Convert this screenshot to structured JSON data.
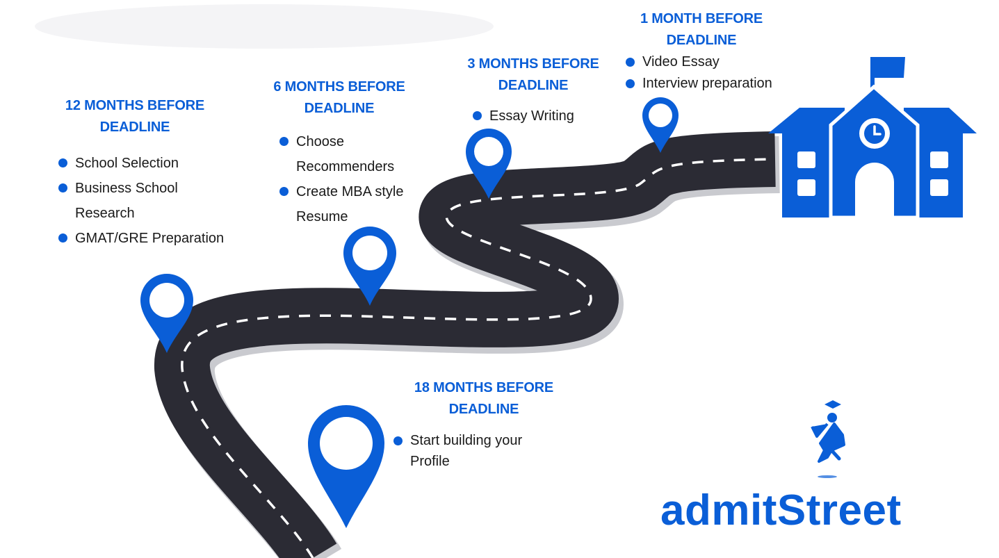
{
  "milestones": [
    {
      "heading": "12 MONTHS BEFORE\nDEADLINE",
      "items": [
        "School Selection",
        "Business School\nResearch",
        "GMAT/GRE Preparation"
      ]
    },
    {
      "heading": "6 MONTHS BEFORE\nDEADLINE",
      "items": [
        "Choose\nRecommenders",
        "Create MBA style\nResume"
      ]
    },
    {
      "heading": "3 MONTHS BEFORE\nDEADLINE",
      "items": [
        "Essay Writing"
      ]
    },
    {
      "heading": "1 MONTH BEFORE\nDEADLINE",
      "items": [
        "Video Essay",
        "Interview preparation"
      ]
    },
    {
      "heading": "18 MONTHS BEFORE\nDEADLINE",
      "items": [
        "Start building your\nProfile"
      ]
    }
  ],
  "brand": {
    "name": "admitStreet"
  },
  "colors": {
    "accent": "#0a5ed7",
    "road": "#2b2b34",
    "road_edge": "#cfd0d4",
    "text": "#1a1a1a"
  },
  "icons": [
    "map-pin-icon",
    "school-building-icon",
    "flag-icon",
    "clock-icon",
    "graduate-icon",
    "graduation-cap-icon"
  ]
}
